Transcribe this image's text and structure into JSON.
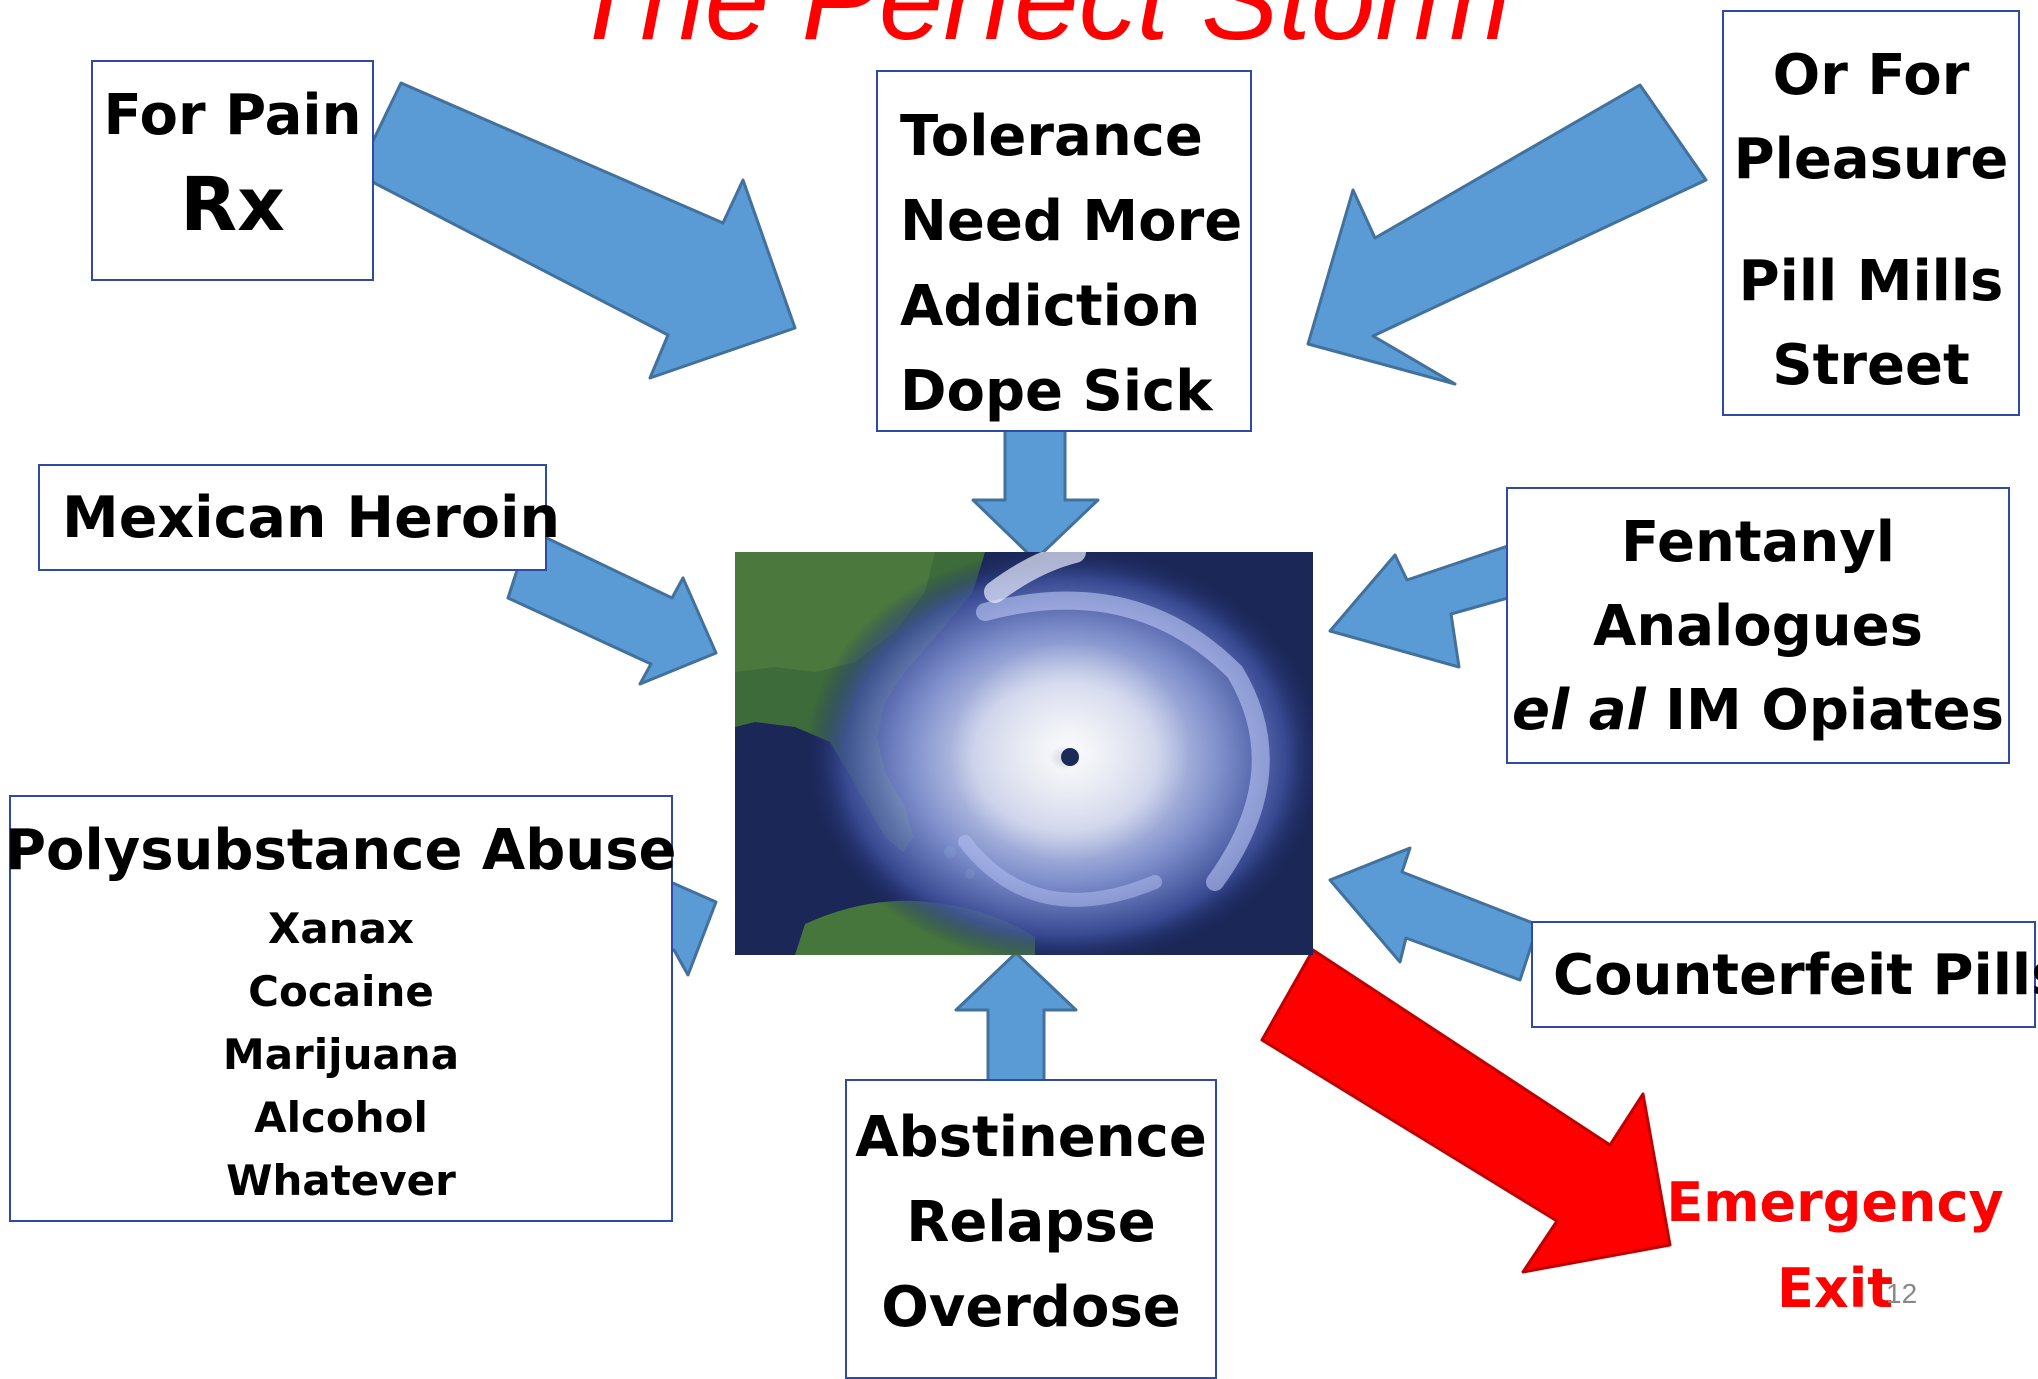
{
  "title": "The Perfect Storm",
  "boxes": {
    "pain": {
      "line1": "For Pain",
      "line2": "Rx"
    },
    "tolerance": {
      "lines": [
        "Tolerance",
        "Need More",
        "Addiction",
        "Dope Sick"
      ]
    },
    "pleasure": {
      "lines": [
        "Or For",
        "Pleasure",
        "Pill Mills",
        "Street"
      ]
    },
    "heroin": {
      "text": "Mexican Heroin"
    },
    "fentanyl": {
      "line1": "Fentanyl",
      "line2": "Analogues",
      "line3_italic": "el al",
      "line3_rest": " IM Opiates"
    },
    "poly": {
      "heading": "Polysubstance Abuse",
      "items": [
        "Xanax",
        "Cocaine",
        "Marijuana",
        "Alcohol",
        "Whatever"
      ]
    },
    "counterfeit": {
      "text": "Counterfeit Pills"
    },
    "abstinence": {
      "lines": [
        "Abstinence",
        "Relapse",
        "Overdose"
      ]
    }
  },
  "exit": {
    "line1": "Emergency",
    "line2": "Exit"
  },
  "page_number": "12",
  "colors": {
    "title": "#ff0000",
    "arrow": "#5b9bd5",
    "arrow_stroke": "#41719c",
    "exit_arrow": "#ff0000",
    "box_border": "#2f4aa6"
  },
  "image": {
    "subject": "satellite view of a hurricane over Florida and the Atlantic"
  }
}
